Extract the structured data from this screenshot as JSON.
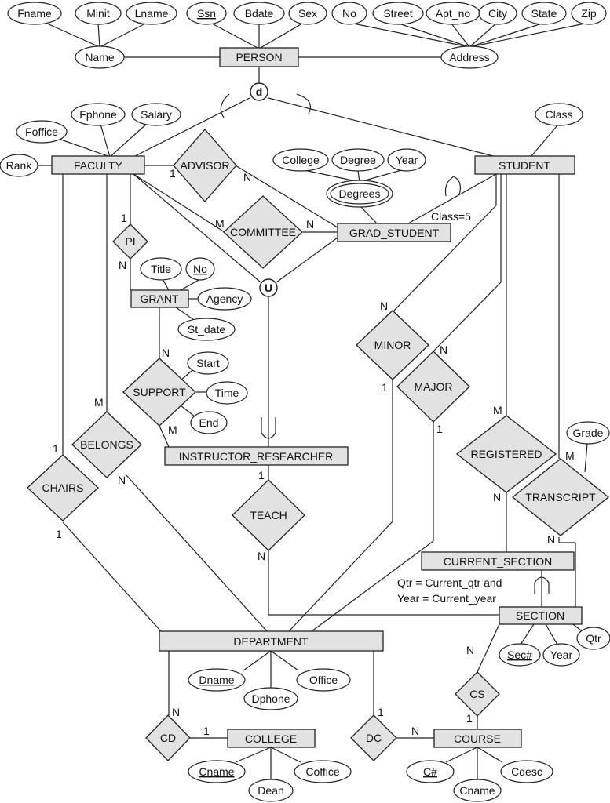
{
  "entities": {
    "person": "PERSON",
    "faculty": "FACULTY",
    "student": "STUDENT",
    "grad_student": "GRAD_STUDENT",
    "grant": "GRANT",
    "instructor_researcher": "INSTRUCTOR_RESEARCHER",
    "current_section": "CURRENT_SECTION",
    "section": "SECTION",
    "department": "DEPARTMENT",
    "college": "COLLEGE",
    "course": "COURSE"
  },
  "relationships": {
    "advisor": "ADVISOR",
    "committee": "COMMITTEE",
    "pi": "PI",
    "support": "SUPPORT",
    "belongs": "BELONGS",
    "chairs": "CHAIRS",
    "teach": "TEACH",
    "minor": "MINOR",
    "major": "MAJOR",
    "registered": "REGISTERED",
    "transcript": "TRANSCRIPT",
    "cd": "CD",
    "dc": "DC",
    "cs": "CS"
  },
  "attributes": {
    "fname": "Fname",
    "minit": "Minit",
    "lname": "Lname",
    "ssn": "Ssn",
    "bdate": "Bdate",
    "sex": "Sex",
    "no": "No",
    "street": "Street",
    "apt_no": "Apt_no",
    "city": "City",
    "state": "State",
    "zip": "Zip",
    "name": "Name",
    "address": "Address",
    "foffice": "Foffice",
    "fphone": "Fphone",
    "salary": "Salary",
    "rank": "Rank",
    "class": "Class",
    "college_attr": "College",
    "degree": "Degree",
    "year": "Year",
    "degrees": "Degrees",
    "title": "Title",
    "grant_no": "No",
    "agency": "Agency",
    "st_date": "St_date",
    "start": "Start",
    "time": "Time",
    "end": "End",
    "grade": "Grade",
    "sec_no": "Sec#",
    "section_year": "Year",
    "qtr": "Qtr",
    "dname": "Dname",
    "dphone": "Dphone",
    "office": "Office",
    "cname": "Cname",
    "dean": "Dean",
    "coffice": "Coffice",
    "c_no": "C#",
    "course_name": "Cname",
    "cdesc": "Cdesc"
  },
  "specialization": {
    "disjoint": "d",
    "union": "U"
  },
  "annotations": {
    "class5": "Class=5",
    "qtr_line": "Qtr = Current_qtr and",
    "year_line": "Year = Current_year"
  },
  "cardinalities": {
    "advisor_fac": "1",
    "advisor_grad": "N",
    "committee_fac": "M",
    "committee_grad": "N",
    "pi_fac": "1",
    "pi_grant": "N",
    "support_grant": "N",
    "support_ir": "M",
    "belongs_fac": "M",
    "belongs_dept": "N",
    "chairs_fac": "1",
    "chairs_dept": "1",
    "teach_ir": "1",
    "teach_sec": "N",
    "minor_stu": "N",
    "minor_dept": "1",
    "major_stu": "N",
    "major_dept": "1",
    "reg_stu": "M",
    "reg_sec": "N",
    "trans_stu": "M",
    "trans_sec": "N",
    "cd_dept": "N",
    "cd_col": "1",
    "dc_dept": "1",
    "dc_course": "N",
    "cs_sec": "N",
    "cs_course": "1"
  }
}
